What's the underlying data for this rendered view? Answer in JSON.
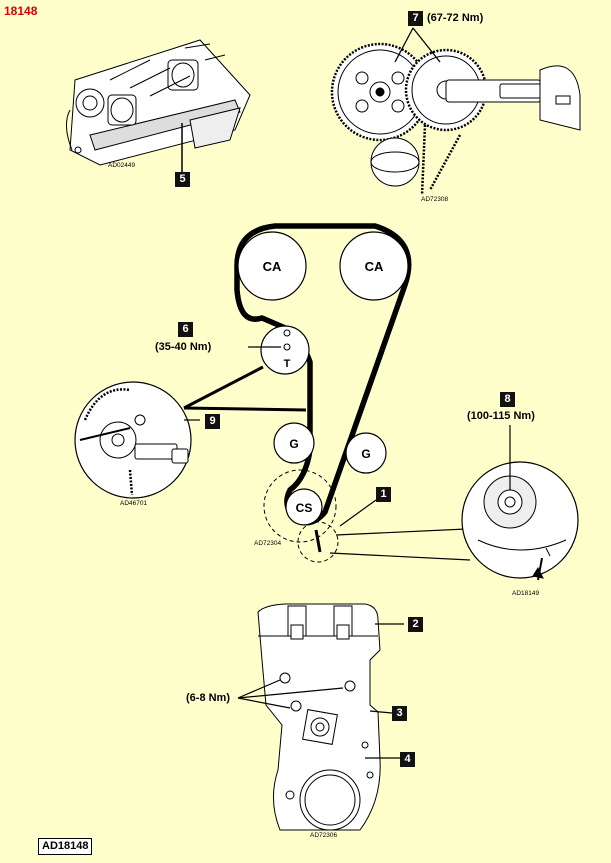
{
  "header": {
    "ref": "18148"
  },
  "footer": {
    "ref": "AD18148"
  },
  "callouts": {
    "c1": "1",
    "c2": "2",
    "c3": "3",
    "c4": "4",
    "c5": "5",
    "c6": "6",
    "c7": "7",
    "c8": "8",
    "c9": "9"
  },
  "torques": {
    "t7": "(67-72 Nm)",
    "t6": "(35-40 Nm)",
    "t8": "(100-115 Nm)",
    "t_cover": "(6-8 Nm)"
  },
  "pulleys": {
    "ca1": "CA",
    "ca2": "CA",
    "tensioner": "T",
    "g1": "G",
    "g2": "G",
    "crank": "CS"
  },
  "image_codes": {
    "cam_assembly": "AD02449",
    "cam_pulleys": "AD72308",
    "belt_routing": "AD72304",
    "tensioner_detail": "AD46701",
    "crank_pulley": "AD18149",
    "cover": "AD72306"
  },
  "colors": {
    "background": "#ffffcc",
    "ref_text": "#e00000",
    "line": "#000000",
    "fill": "#ffffff"
  }
}
